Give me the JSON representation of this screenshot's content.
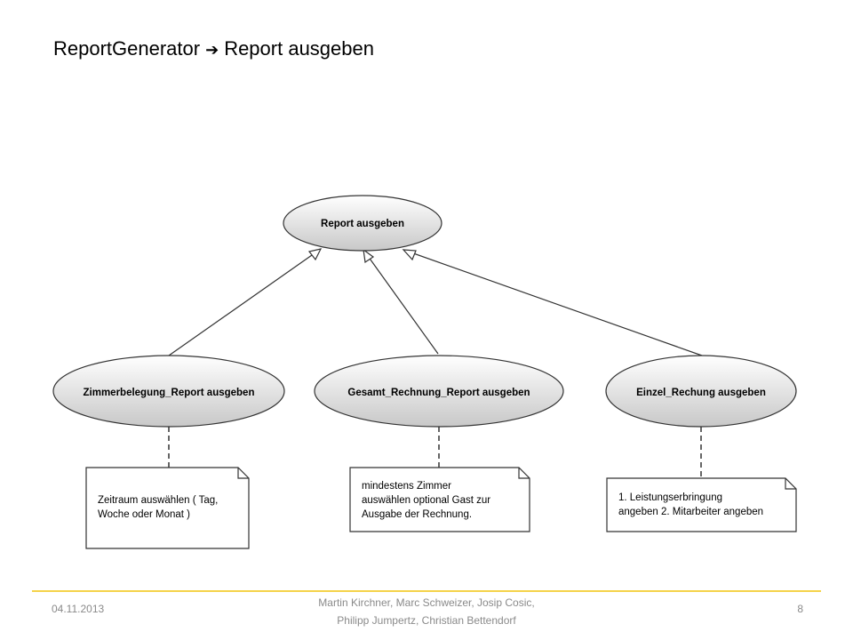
{
  "title": {
    "left": "ReportGenerator",
    "arrow": "➔",
    "right": "Report ausgeben"
  },
  "diagram": {
    "root": "Report ausgeben",
    "children": [
      "Zimmerbelegung_Report ausgeben",
      "Gesamt_Rechnung_Report ausgeben",
      "Einzel_Rechung ausgeben"
    ],
    "notes": [
      [
        "Zeitraum auswählen ( Tag,",
        "Woche oder Monat )"
      ],
      [
        "mindestens Zimmer",
        "auswählen optional Gast zur",
        "Ausgabe der Rechnung."
      ],
      [
        "1. Leistungserbringung",
        "angeben 2. Mitarbeiter angeben"
      ]
    ]
  },
  "footer": {
    "date": "04.11.2013",
    "authors_line1": "Martin Kirchner, Marc Schweizer, Josip Cosic,",
    "authors_line2": "Philipp Jumpertz, Christian Bettendorf",
    "page": "8"
  }
}
